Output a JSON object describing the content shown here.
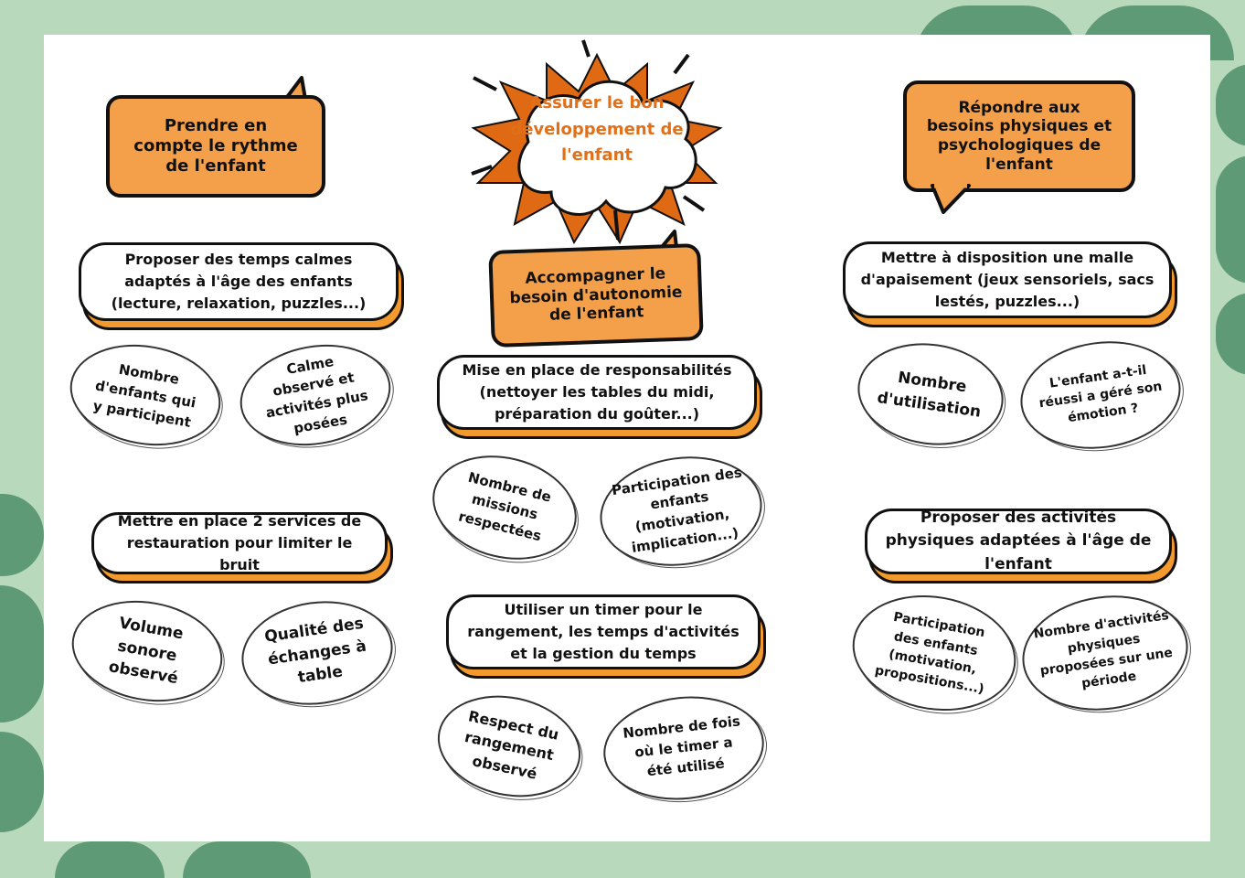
{
  "center_title": "Assurer le bon développement de l'enfant",
  "colors": {
    "accent": "#f4a04a",
    "background": "#b9d9bd",
    "deco": "#5e9a76"
  },
  "col1": {
    "goal": "Prendre en compte le rythme de l'enfant",
    "actions": [
      {
        "text": "Proposer des temps calmes adaptés à l'âge des enfants (lecture, relaxation, puzzles...)",
        "indicators": [
          "Nombre d'enfants qui y participent",
          "Calme observé et activités plus posées"
        ]
      },
      {
        "text": "Mettre en place 2 services de restauration pour limiter le bruit",
        "indicators": [
          "Volume sonore observé",
          "Qualité des échanges à table"
        ]
      }
    ]
  },
  "col2": {
    "goal": "Accompagner le besoin d'autonomie de l'enfant",
    "actions": [
      {
        "text": "Mise en place de responsabilités (nettoyer les tables du midi, préparation du goûter...)",
        "indicators": [
          "Nombre de missions respectées",
          "Participation des enfants (motivation, implication...)"
        ]
      },
      {
        "text": "Utiliser un timer pour le rangement, les temps d'activités et la gestion du temps",
        "indicators": [
          "Respect du rangement observé",
          "Nombre de fois où le timer a été utilisé"
        ]
      }
    ]
  },
  "col3": {
    "goal": "Répondre aux besoins physiques et psychologiques de l'enfant",
    "actions": [
      {
        "text": "Mettre à disposition une malle d'apaisement (jeux sensoriels, sacs lestés, puzzles...)",
        "indicators": [
          "Nombre d'utilisation",
          "L'enfant a-t-il réussi a géré son émotion ?"
        ]
      },
      {
        "text": "Proposer des activités physiques adaptées à l'âge de l'enfant",
        "indicators": [
          "Participation des enfants (motivation, propositions...)",
          "Nombre d'activités physiques proposées sur une période"
        ]
      }
    ]
  }
}
